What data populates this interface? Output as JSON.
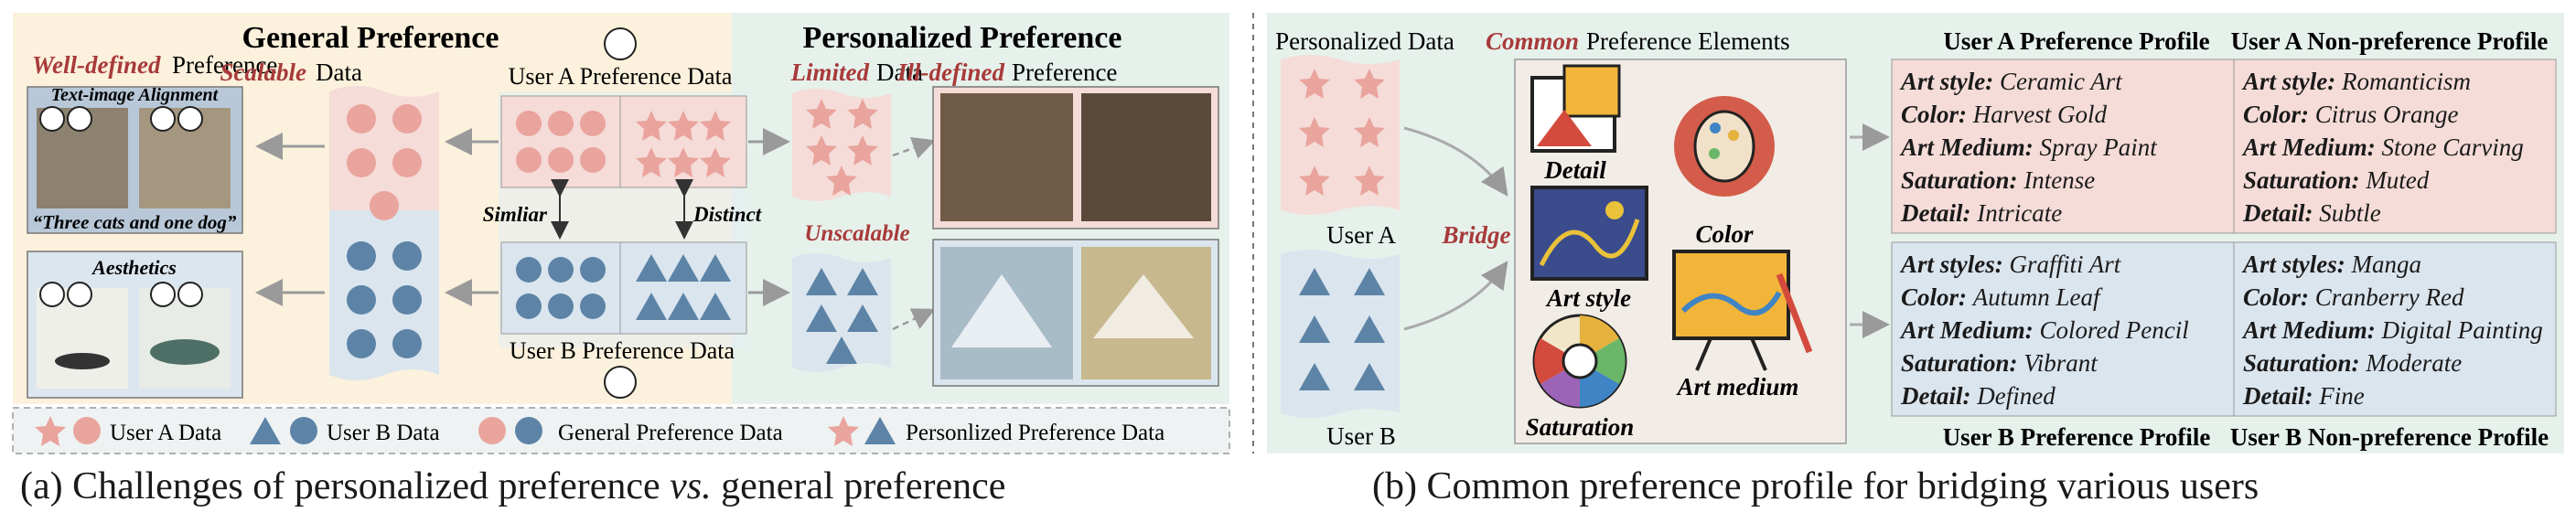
{
  "panel_a": {
    "title_general": "General Preference",
    "title_personalized": "Personalized Preference",
    "well_defined": "Well-defined",
    "preference_word": "Preference",
    "ill_defined": "Ill-defined",
    "scalable": "Scalable",
    "limited": "Limited",
    "data_word": "Data",
    "user_a_data": "User A Preference Data",
    "user_b_data": "User B Preference Data",
    "text_image_alignment": "Text-image Alignment",
    "caption_quote": "“Three cats and one dog”",
    "aesthetics": "Aesthetics",
    "similar": "Simliar",
    "distinct": "Distinct",
    "unscalable": "Unscalable",
    "legend": {
      "user_a": "User A Data",
      "user_b": "User B Data",
      "general": "General Preference Data",
      "personalized": "Personlized Preference Data"
    },
    "colors": {
      "pink": "#e9a49d",
      "blue": "#5d84a6",
      "cream": "#fbf1dc",
      "mint": "#e6f1eb"
    }
  },
  "panel_b": {
    "personalized_data": "Personalized Data",
    "common": "Common",
    "preference_elements": "Preference Elements",
    "user_a": "User A",
    "user_b": "User B",
    "bridge": "Bridge",
    "elements": {
      "detail": "Detail",
      "color": "Color",
      "art_style": "Art style",
      "art_medium": "Art medium",
      "saturation": "Saturation"
    },
    "profiles": {
      "a_pref_title": "User A Preference Profile",
      "a_non_title": "User A Non-preference Profile",
      "b_pref_title": "User B Preference Profile",
      "b_non_title": "User B Non-preference Profile",
      "a_pref": [
        {
          "k": "Art style:",
          "v": "Ceramic Art"
        },
        {
          "k": "Color:",
          "v": "Harvest Gold"
        },
        {
          "k": "Art Medium:",
          "v": "Spray Paint"
        },
        {
          "k": "Saturation:",
          "v": "Intense"
        },
        {
          "k": "Detail:",
          "v": "Intricate"
        }
      ],
      "a_non": [
        {
          "k": "Art style:",
          "v": "Romanticism"
        },
        {
          "k": "Color:",
          "v": "Citrus Orange"
        },
        {
          "k": "Art Medium:",
          "v": "Stone Carving"
        },
        {
          "k": "Saturation:",
          "v": "Muted"
        },
        {
          "k": "Detail:",
          "v": "Subtle"
        }
      ],
      "b_pref": [
        {
          "k": "Art styles:",
          "v": "Graffiti Art"
        },
        {
          "k": "Color:",
          "v": "Autumn Leaf"
        },
        {
          "k": "Art Medium:",
          "v": "Colored Pencil"
        },
        {
          "k": "Saturation:",
          "v": "Vibrant"
        },
        {
          "k": "Detail:",
          "v": "Defined"
        }
      ],
      "b_non": [
        {
          "k": "Art styles:",
          "v": "Manga"
        },
        {
          "k": "Color:",
          "v": "Cranberry Red"
        },
        {
          "k": "Art Medium:",
          "v": "Digital Painting"
        },
        {
          "k": "Saturation:",
          "v": "Moderate"
        },
        {
          "k": "Detail:",
          "v": "Fine"
        }
      ]
    }
  },
  "captions": {
    "a_pre": "(a) Challenges of personalized preference ",
    "a_vs": "vs.",
    "a_post": " general preference",
    "b": "(b) Common preference profile for bridging various users"
  }
}
